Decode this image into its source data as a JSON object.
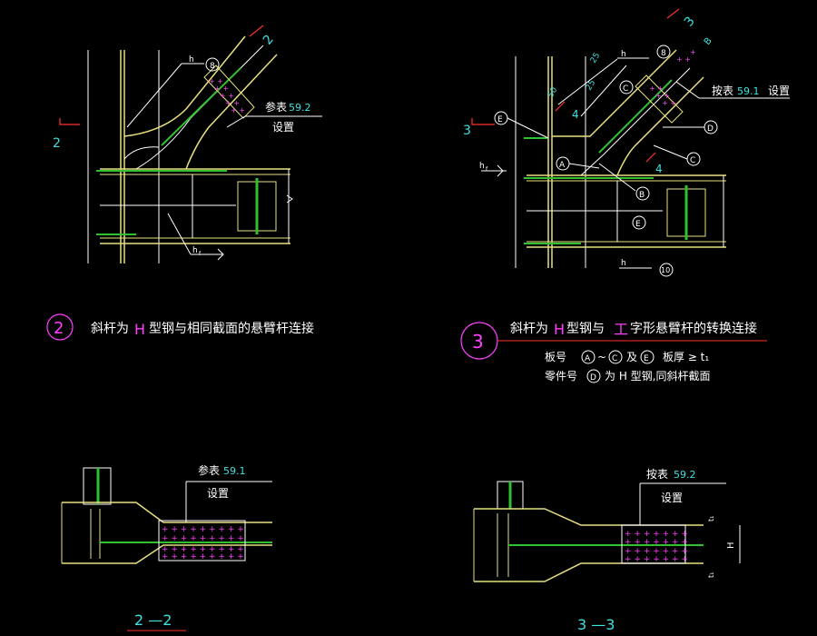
{
  "colors": {
    "background": "#000000",
    "line": "#ffffff",
    "steel": "#e8e080",
    "plate": "#30c030",
    "bolt": "#ff40ff",
    "section_mark": "#ff3030",
    "dim": "#40e0e0",
    "circle_2": "#ff40ff",
    "circle_3": "#ff40ff"
  },
  "detail2": {
    "number": "2",
    "title": "斜杆为",
    "title_H": "H",
    "title_rest": "型钢与相同截面的悬臂杆连接",
    "section_left": "2",
    "section_top": "2",
    "weld_h": "h",
    "weld_h_sub": "f",
    "weld_ref": "8",
    "note_line1": "参表",
    "note_ref": "59.2",
    "note_line2": "设置"
  },
  "detail3": {
    "number": "3",
    "title_pre": "斜杆为",
    "title_H": "H",
    "title_mid": "型钢与",
    "title_I": "工",
    "title_rest": "字形悬臂杆的转换连接",
    "note_a_pre": "板号",
    "note_a_A": "A",
    "note_a_mid": "~",
    "note_a_C": "C",
    "note_a_and": "及",
    "note_a_E": "E",
    "note_a_post": "板厚 ≥ t₁",
    "note_b_pre": "零件号",
    "note_b_D": "D",
    "note_b_post": "为 H 型钢,同斜杆截面",
    "section_left": "3",
    "section_top": "3",
    "section_mid": "4",
    "section_low": "4",
    "dim_50": "50",
    "dim_25a": "25",
    "dim_25b": "25",
    "dim_B": "B",
    "weld_h": "h",
    "weld_h_sub": "f",
    "weld_ref_top": "8",
    "weld_ref_bot": "10",
    "note_line1": "按表",
    "note_ref": "59.1",
    "note_line2": "设置",
    "labels": [
      "A",
      "B",
      "C",
      "C",
      "D",
      "E",
      "E"
    ]
  },
  "section22": {
    "title": "2 —2",
    "note_line1": "参表",
    "note_ref": "59.1",
    "note_line2": "设置"
  },
  "section33": {
    "title": "3 —3",
    "note_line1": "按表",
    "note_ref": "59.2",
    "note_line2": "设置",
    "dim_H": "H",
    "dim_t1": "t₁",
    "dim_t2": "t₁"
  }
}
